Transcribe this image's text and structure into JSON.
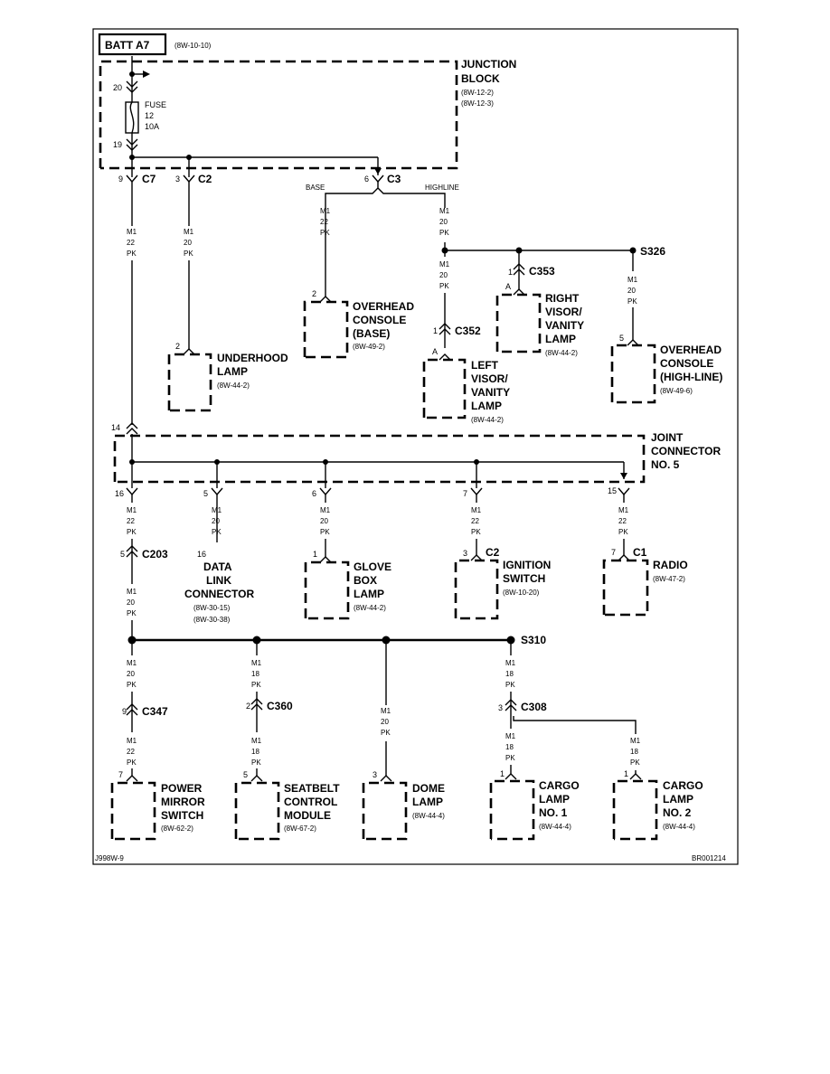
{
  "header": {
    "batt": "BATT A7",
    "batt_ref": "(8W-10-10)"
  },
  "junction_block": {
    "lines": [
      "JUNCTION",
      "BLOCK"
    ],
    "refs": [
      "(8W-12-2)",
      "(8W-12-3)"
    ],
    "pin_top": "20",
    "pin_bottom": "19",
    "fuse_lines": [
      "FUSE",
      "12",
      "10A"
    ]
  },
  "connectors": {
    "c7": {
      "pin": "9",
      "name": "C7"
    },
    "c2": {
      "pin": "3",
      "name": "C2"
    },
    "c3": {
      "pin": "6",
      "name": "C3"
    }
  },
  "labels": {
    "base": "BASE",
    "highline": "HIGHLINE"
  },
  "splices": {
    "s326": "S326",
    "s310": "S310"
  },
  "wires": {
    "m1_22_pk": [
      "M1",
      "22",
      "PK"
    ],
    "m1_20_pk": [
      "M1",
      "20",
      "PK"
    ],
    "m1_18_pk": [
      "M1",
      "18",
      "PK"
    ]
  },
  "c353": {
    "pin": "1",
    "name": "C353",
    "letter": "A"
  },
  "c352": {
    "pin": "1",
    "name": "C352",
    "letter": "A"
  },
  "components": {
    "overhead_base": {
      "pin": "2",
      "lines": [
        "OVERHEAD",
        "CONSOLE",
        "(BASE)"
      ],
      "ref": "(8W-49-2)"
    },
    "underhood": {
      "pin": "2",
      "lines": [
        "UNDERHOOD",
        "LAMP"
      ],
      "ref": "(8W-44-2)"
    },
    "right_visor": {
      "lines": [
        "RIGHT",
        "VISOR/",
        "VANITY",
        "LAMP"
      ],
      "ref": "(8W-44-2)"
    },
    "left_visor": {
      "lines": [
        "LEFT",
        "VISOR/",
        "VANITY",
        "LAMP"
      ],
      "ref": "(8W-44-2)"
    },
    "overhead_high": {
      "pin": "5",
      "lines": [
        "OVERHEAD",
        "CONSOLE",
        "(HIGH-LINE)"
      ],
      "ref": "(8W-49-6)"
    },
    "data_link": {
      "pin": "16",
      "lines": [
        "DATA",
        "LINK",
        "CONNECTOR"
      ],
      "refs": [
        "(8W-30-15)",
        "(8W-30-38)"
      ]
    },
    "glove_box": {
      "pin": "1",
      "lines": [
        "GLOVE",
        "BOX",
        "LAMP"
      ],
      "ref": "(8W-44-2)"
    },
    "ignition": {
      "pin": "3",
      "conn": "C2",
      "lines": [
        "IGNITION",
        "SWITCH"
      ],
      "ref": "(8W-10-20)"
    },
    "radio": {
      "pin": "7",
      "conn": "C1",
      "lines": [
        "RADIO"
      ],
      "ref": "(8W-47-2)"
    },
    "power_mirror": {
      "pin": "7",
      "lines": [
        "POWER",
        "MIRROR",
        "SWITCH"
      ],
      "ref": "(8W-62-2)"
    },
    "seatbelt": {
      "pin": "5",
      "lines": [
        "SEATBELT",
        "CONTROL",
        "MODULE"
      ],
      "ref": "(8W-67-2)"
    },
    "dome": {
      "pin": "3",
      "lines": [
        "DOME",
        "LAMP"
      ],
      "ref": "(8W-44-4)"
    },
    "cargo1": {
      "pin": "1",
      "lines": [
        "CARGO",
        "LAMP",
        "NO. 1"
      ],
      "ref": "(8W-44-4)"
    },
    "cargo2": {
      "pin": "1",
      "lines": [
        "CARGO",
        "LAMP",
        "NO. 2"
      ],
      "ref": "(8W-44-4)"
    }
  },
  "joint_connector": {
    "lines": [
      "JOINT",
      "CONNECTOR",
      "NO. 5"
    ],
    "pin_in": "14",
    "pins_out": [
      "16",
      "5",
      "6",
      "7",
      "15"
    ]
  },
  "inline": {
    "c203": {
      "pin": "5",
      "name": "C203"
    },
    "c347": {
      "pin": "9",
      "name": "C347"
    },
    "c360": {
      "pin": "2",
      "name": "C360"
    },
    "c308": {
      "pin": "3",
      "name": "C308"
    }
  },
  "footer": {
    "left": "J998W-9",
    "right": "BR001214"
  }
}
